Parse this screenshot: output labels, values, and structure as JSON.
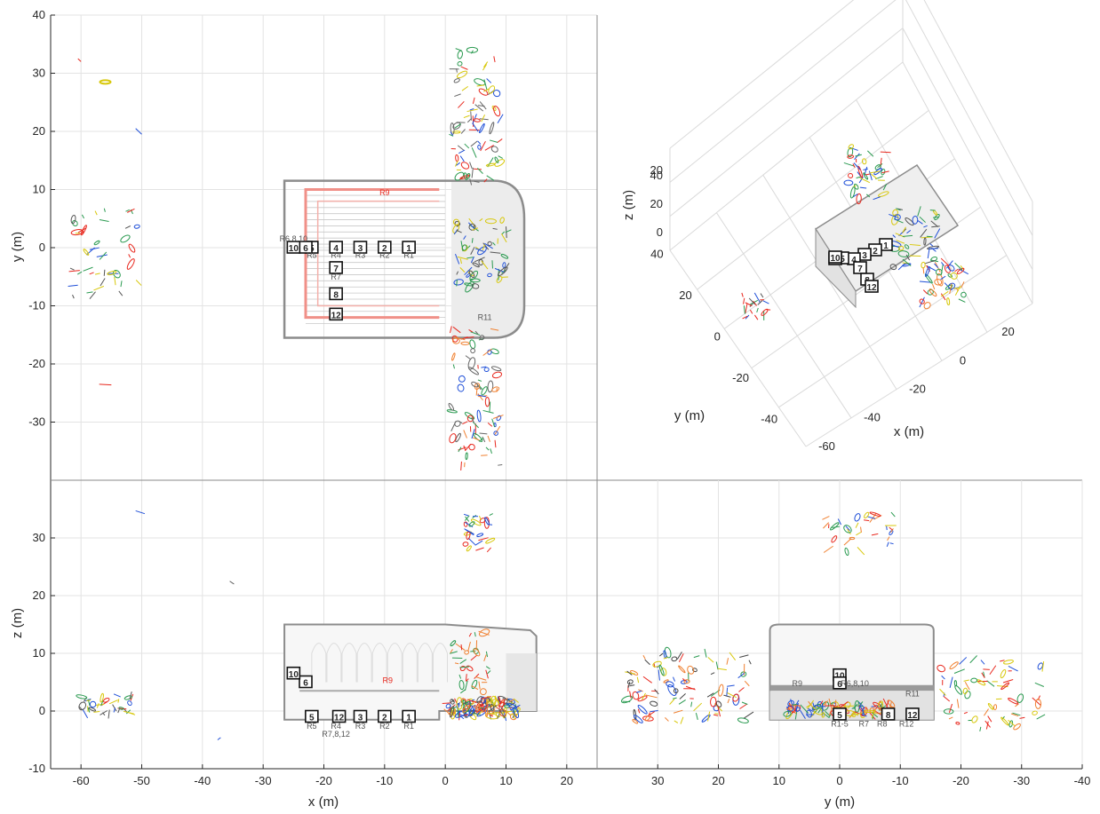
{
  "chart_data": [
    {
      "panel": "top-view",
      "type": "scatter",
      "xlim": [
        -65,
        25
      ],
      "ylim": [
        -40,
        40
      ],
      "xticks": [],
      "yticks": [
        -30,
        -20,
        -10,
        0,
        10,
        20,
        30,
        40
      ],
      "ylabel": "y (m)",
      "grid": true,
      "source_labels": [
        {
          "text": "1",
          "x": -6,
          "y": 0
        },
        {
          "text": "2",
          "x": -10,
          "y": 0
        },
        {
          "text": "3",
          "x": -14,
          "y": 0
        },
        {
          "text": "4",
          "x": -18,
          "y": 0
        },
        {
          "text": "5",
          "x": -22,
          "y": 0
        },
        {
          "text": "6",
          "x": -23,
          "y": 0
        },
        {
          "text": "10",
          "x": -25,
          "y": 0
        },
        {
          "text": "7",
          "x": -18,
          "y": -3.5
        },
        {
          "text": "8",
          "x": -18,
          "y": -8
        },
        {
          "text": "12",
          "x": -18,
          "y": -11.5
        }
      ],
      "receiver_labels": [
        {
          "text": "R5",
          "x": -22,
          "y": -1.3
        },
        {
          "text": "R4",
          "x": -18,
          "y": -1.3
        },
        {
          "text": "R3",
          "x": -14,
          "y": -1.3
        },
        {
          "text": "R2",
          "x": -10,
          "y": -1.3
        },
        {
          "text": "R1",
          "x": -6,
          "y": -1.3
        },
        {
          "text": "R7",
          "x": -18,
          "y": -5
        },
        {
          "text": "R11",
          "x": 6.5,
          "y": -12
        },
        {
          "text": "R9",
          "x": -10,
          "y": 9.5
        },
        {
          "text": "R6,8,10",
          "x": -25,
          "y": 1.5
        }
      ]
    },
    {
      "panel": "3d-view",
      "type": "scatter",
      "xlabel": "x (m)",
      "ylabel": "y (m)",
      "zlabel": "z (m)",
      "xticks": [
        -60,
        -40,
        -20,
        0,
        20
      ],
      "yticks": [
        -40,
        -20,
        0,
        20,
        40
      ],
      "zticks": [
        0,
        20,
        40
      ],
      "source_labels": [
        "1",
        "2",
        "3",
        "4",
        "5",
        "6",
        "7",
        "8",
        "10",
        "12"
      ]
    },
    {
      "panel": "side-view-xz",
      "type": "scatter",
      "xlim": [
        -65,
        25
      ],
      "ylim": [
        -10,
        40
      ],
      "xticks": [
        -60,
        -50,
        -40,
        -30,
        -20,
        -10,
        0,
        10,
        20
      ],
      "yticks": [
        -10,
        0,
        10,
        20,
        30
      ],
      "xlabel": "x (m)",
      "ylabel": "z (m)",
      "grid": true,
      "source_labels": [
        {
          "text": "1",
          "x": -6,
          "y": -1
        },
        {
          "text": "2",
          "x": -10,
          "y": -1
        },
        {
          "text": "3",
          "x": -14,
          "y": -1
        },
        {
          "text": "12",
          "x": -17.5,
          "y": -1
        },
        {
          "text": "5",
          "x": -22,
          "y": -1
        },
        {
          "text": "6",
          "x": -23,
          "y": 5
        },
        {
          "text": "10",
          "x": -25,
          "y": 6.5
        }
      ],
      "receiver_labels": [
        {
          "text": "R5",
          "x": -22,
          "y": -2.6
        },
        {
          "text": "R4",
          "x": -18,
          "y": -2.6
        },
        {
          "text": "R3",
          "x": -14,
          "y": -2.6
        },
        {
          "text": "R2",
          "x": -10,
          "y": -2.6
        },
        {
          "text": "R1",
          "x": -6,
          "y": -2.6
        },
        {
          "text": "R7,8,12",
          "x": -18,
          "y": -4
        },
        {
          "text": "R9",
          "x": -9.5,
          "y": 5.3
        }
      ]
    },
    {
      "panel": "side-view-yz",
      "type": "scatter",
      "xlim": [
        40,
        -40
      ],
      "ylim": [
        -10,
        40
      ],
      "xticks": [
        30,
        20,
        10,
        0,
        -10,
        -20,
        -30,
        -40
      ],
      "yticks": [],
      "xlabel": "y (m)",
      "grid": true,
      "source_labels": [
        {
          "text": "10",
          "x": 0,
          "y": 6.2
        },
        {
          "text": "6",
          "x": 0,
          "y": 4.8
        },
        {
          "text": "5",
          "x": 0,
          "y": -0.6
        },
        {
          "text": "8",
          "x": -8,
          "y": -0.6
        },
        {
          "text": "12",
          "x": -12,
          "y": -0.6
        }
      ],
      "receiver_labels": [
        {
          "text": "R9",
          "x": 7,
          "y": 4.8
        },
        {
          "text": "R6,8,10",
          "x": -2.5,
          "y": 4.8
        },
        {
          "text": "R11",
          "x": -12,
          "y": 3
        },
        {
          "text": "R1-5",
          "x": 0,
          "y": -2.2
        },
        {
          "text": "R7",
          "x": -4,
          "y": -2.2
        },
        {
          "text": "R8",
          "x": -7,
          "y": -2.2
        },
        {
          "text": "R12",
          "x": -11,
          "y": -2.2
        }
      ]
    }
  ],
  "colors": {
    "grid": "#e3e3e3",
    "axis": "#262626",
    "hall": "#8c8c8c",
    "red": "#e8281e",
    "blue": "#1f4fd8",
    "green": "#2a9a50",
    "yellow": "#d8c80c",
    "orange": "#f08030"
  }
}
